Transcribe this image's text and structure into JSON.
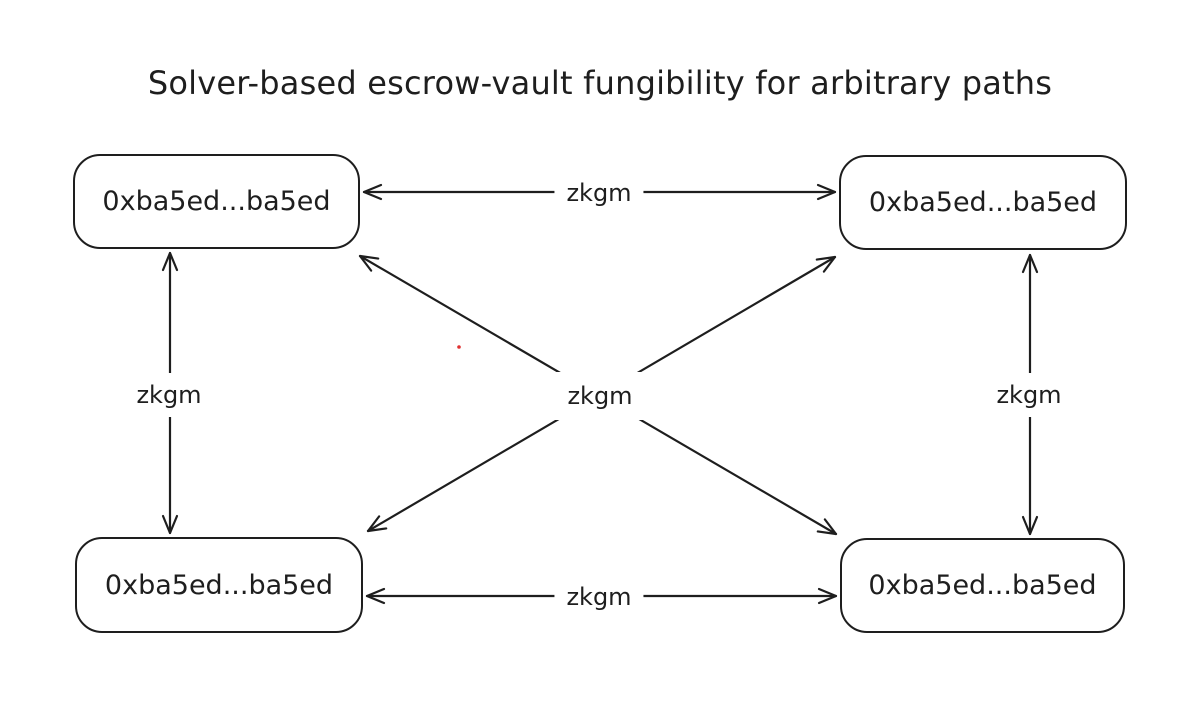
{
  "title": "Solver-based escrow-vault fungibility for arbitrary paths",
  "nodes": {
    "top_left": {
      "label": "0xba5ed...ba5ed"
    },
    "top_right": {
      "label": "0xba5ed...ba5ed"
    },
    "bottom_left": {
      "label": "0xba5ed...ba5ed"
    },
    "bottom_right": {
      "label": "0xba5ed...ba5ed"
    }
  },
  "edges": {
    "top": {
      "label": "zkgm",
      "direction": "bidirectional"
    },
    "bottom": {
      "label": "zkgm",
      "direction": "bidirectional"
    },
    "left": {
      "label": "zkgm",
      "direction": "bidirectional"
    },
    "right": {
      "label": "zkgm",
      "direction": "bidirectional"
    },
    "center": {
      "label": "zkgm",
      "direction": "bidirectional-diagonals"
    }
  },
  "colors": {
    "stroke": "#1e1e1e",
    "background": "#ffffff",
    "red_dot": "#e03131"
  }
}
